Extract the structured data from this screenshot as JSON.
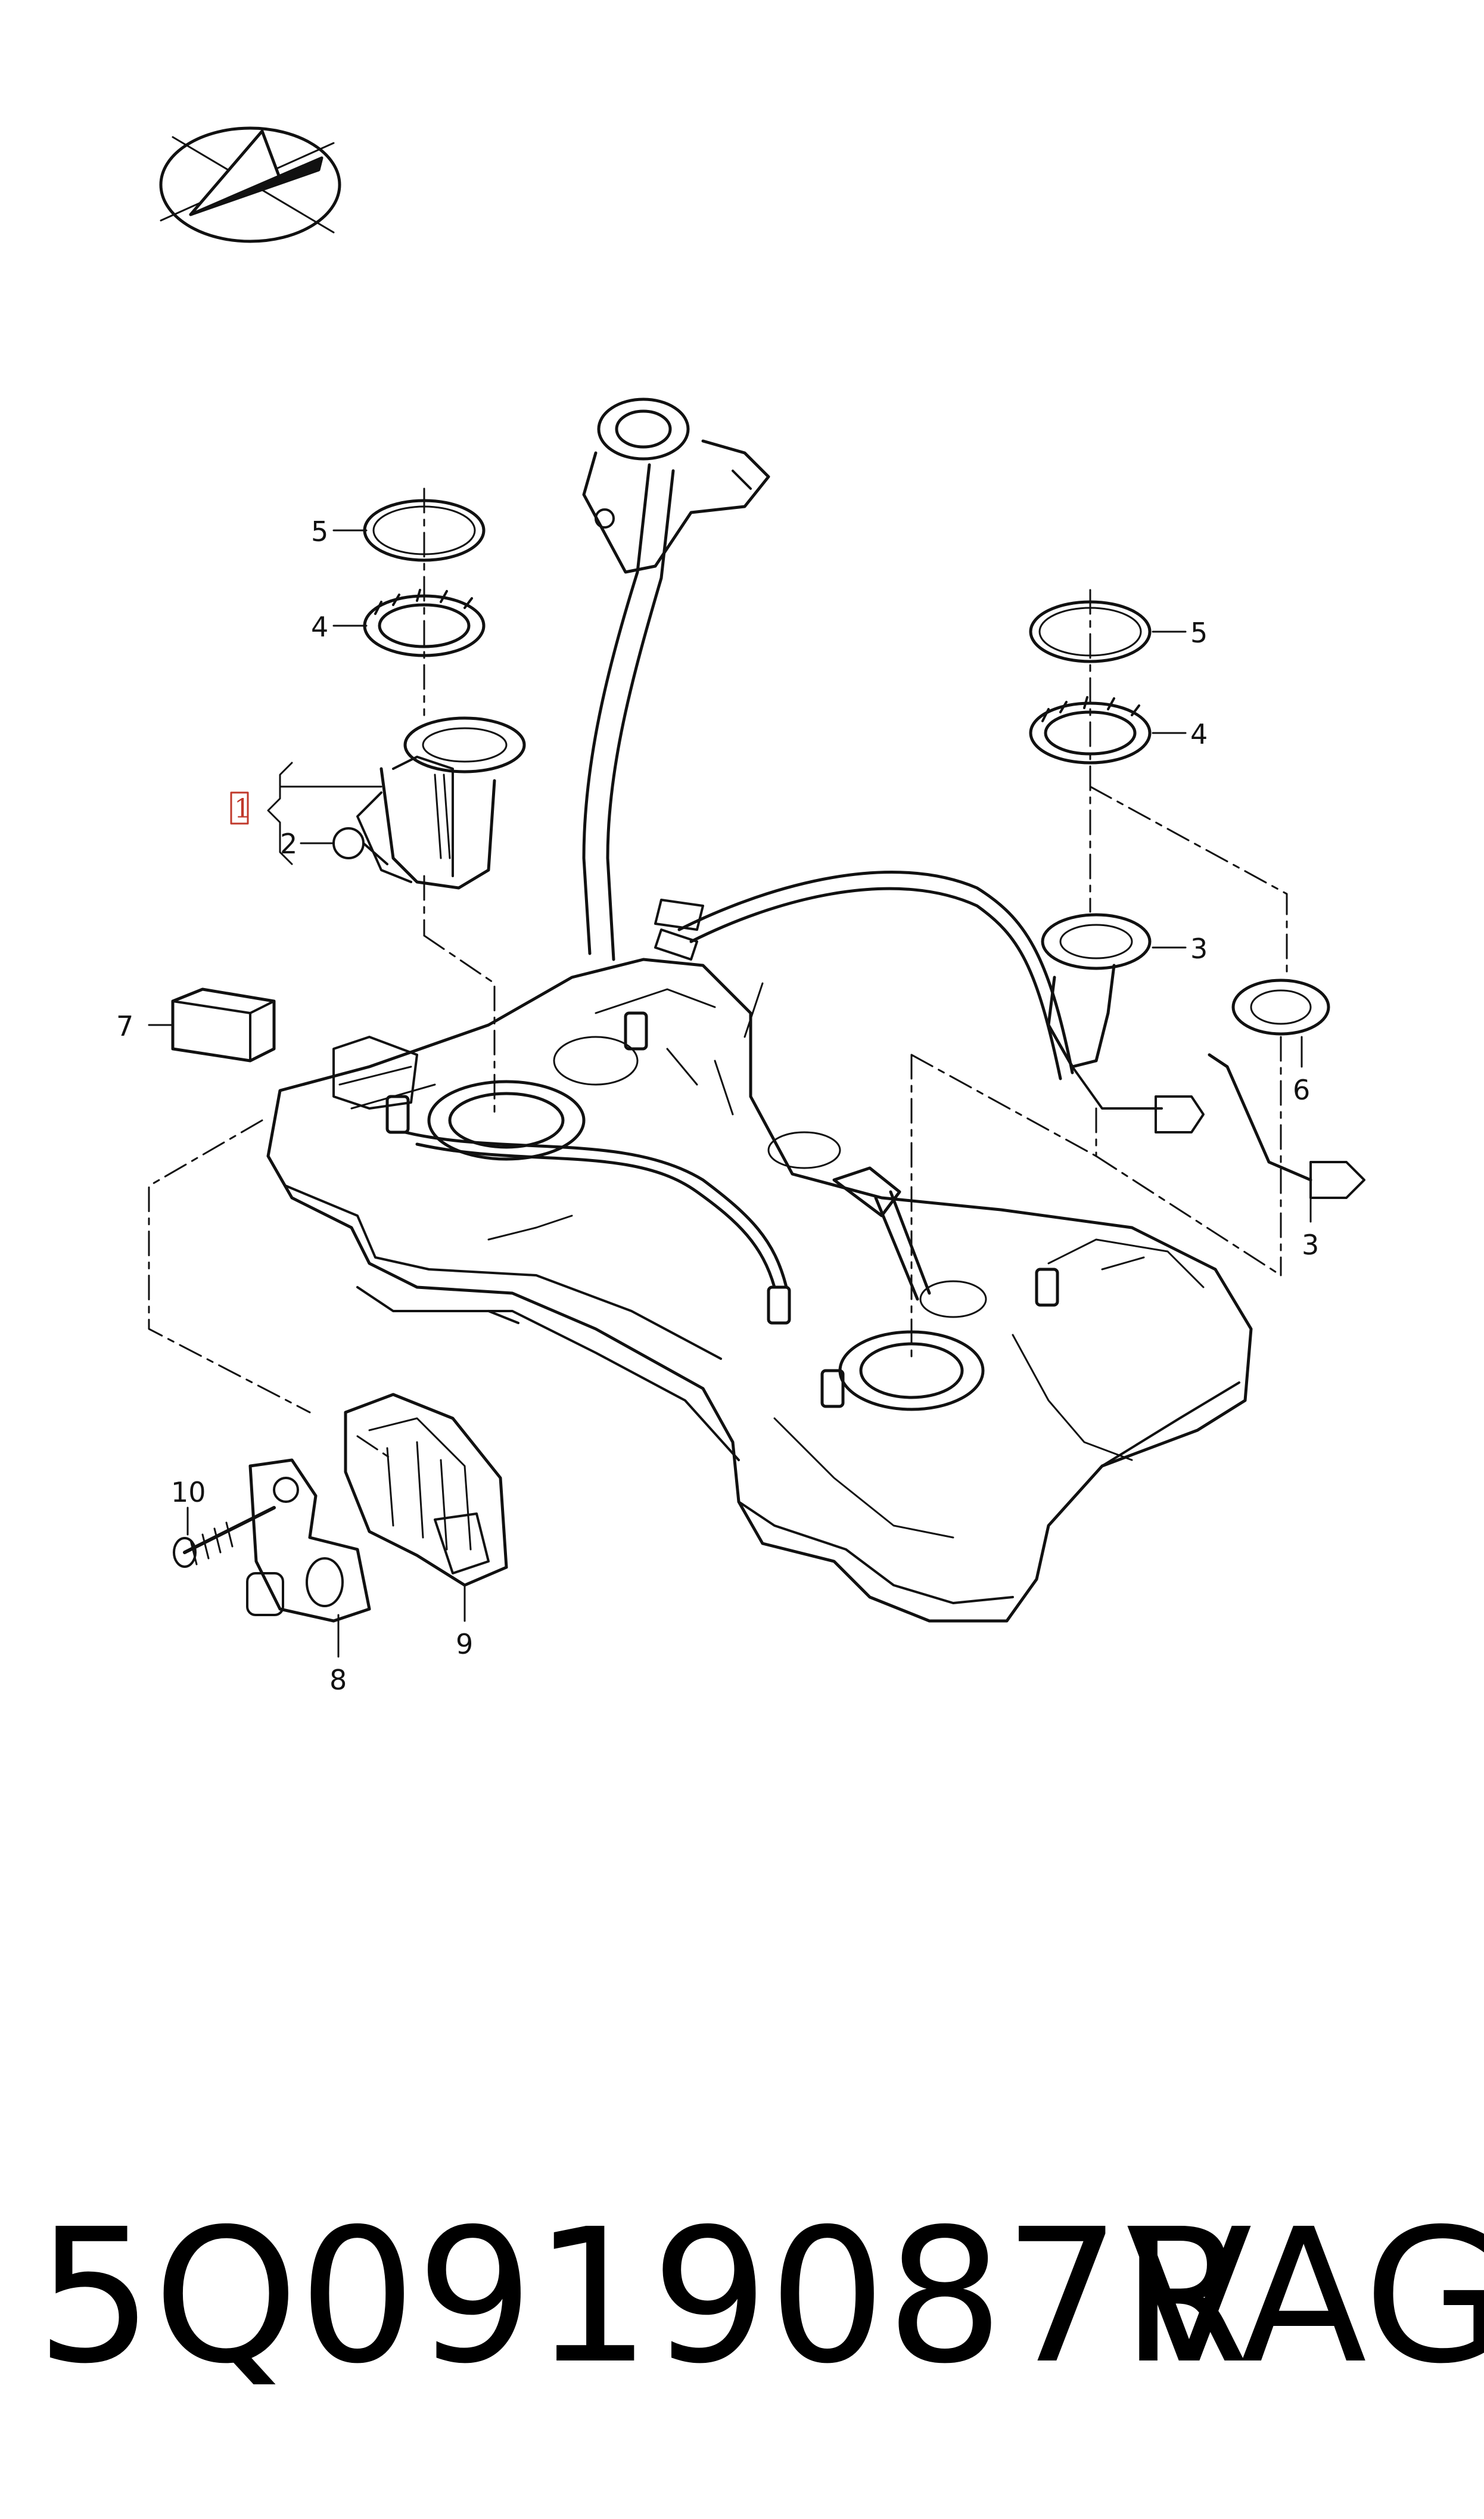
{
  "diagram": {
    "callouts": {
      "c1": "1",
      "c2": "2",
      "c3a": "3",
      "c3b": "3",
      "c4a": "4",
      "c4b": "4",
      "c5a": "5",
      "c5b": "5",
      "c6": "6",
      "c7": "7",
      "c8": "8",
      "c9": "9",
      "c10": "10"
    },
    "highlight_color": "#c0392b"
  },
  "footer": {
    "part_number": "5Q0919087R",
    "brand": "VAG"
  }
}
